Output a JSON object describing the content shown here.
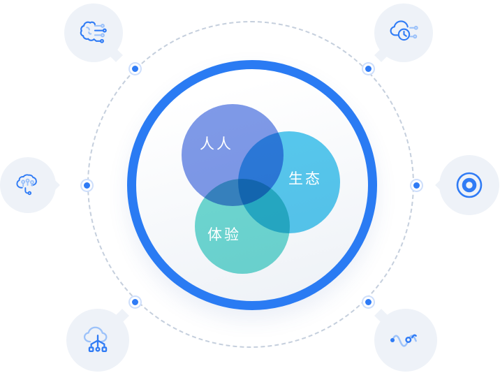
{
  "diagram": {
    "venn": {
      "circles": [
        {
          "label": "人人",
          "color": "#7f9ae8",
          "position": "top-left"
        },
        {
          "label": "生态",
          "color": "#58c9ee",
          "position": "right"
        },
        {
          "label": "体验",
          "color": "#6fd9d2",
          "position": "bottom"
        }
      ],
      "ring_color": "#2a7bf3"
    },
    "orbit": {
      "style": "dashed",
      "dash_color": "#c5cfdd",
      "dot_color": "#2f7bf5",
      "dot_positions": [
        "left",
        "top-left",
        "top-right",
        "right",
        "bottom-left",
        "bottom-right"
      ]
    },
    "satellites": [
      {
        "position": "top-left",
        "icon": "ai-brain-circuit-icon"
      },
      {
        "position": "top-right",
        "icon": "cloud-clock-circuit-icon"
      },
      {
        "position": "left",
        "icon": "brain-network-icon"
      },
      {
        "position": "right",
        "icon": "target-rings-icon"
      },
      {
        "position": "bottom-left",
        "icon": "cloud-circuit-tree-icon"
      },
      {
        "position": "bottom-right",
        "icon": "signal-wave-icon"
      }
    ],
    "colors": {
      "primary_blue": "#2f7bf5",
      "light_blue": "#9cc2fa",
      "bubble_bg": "#eef2f8"
    }
  }
}
